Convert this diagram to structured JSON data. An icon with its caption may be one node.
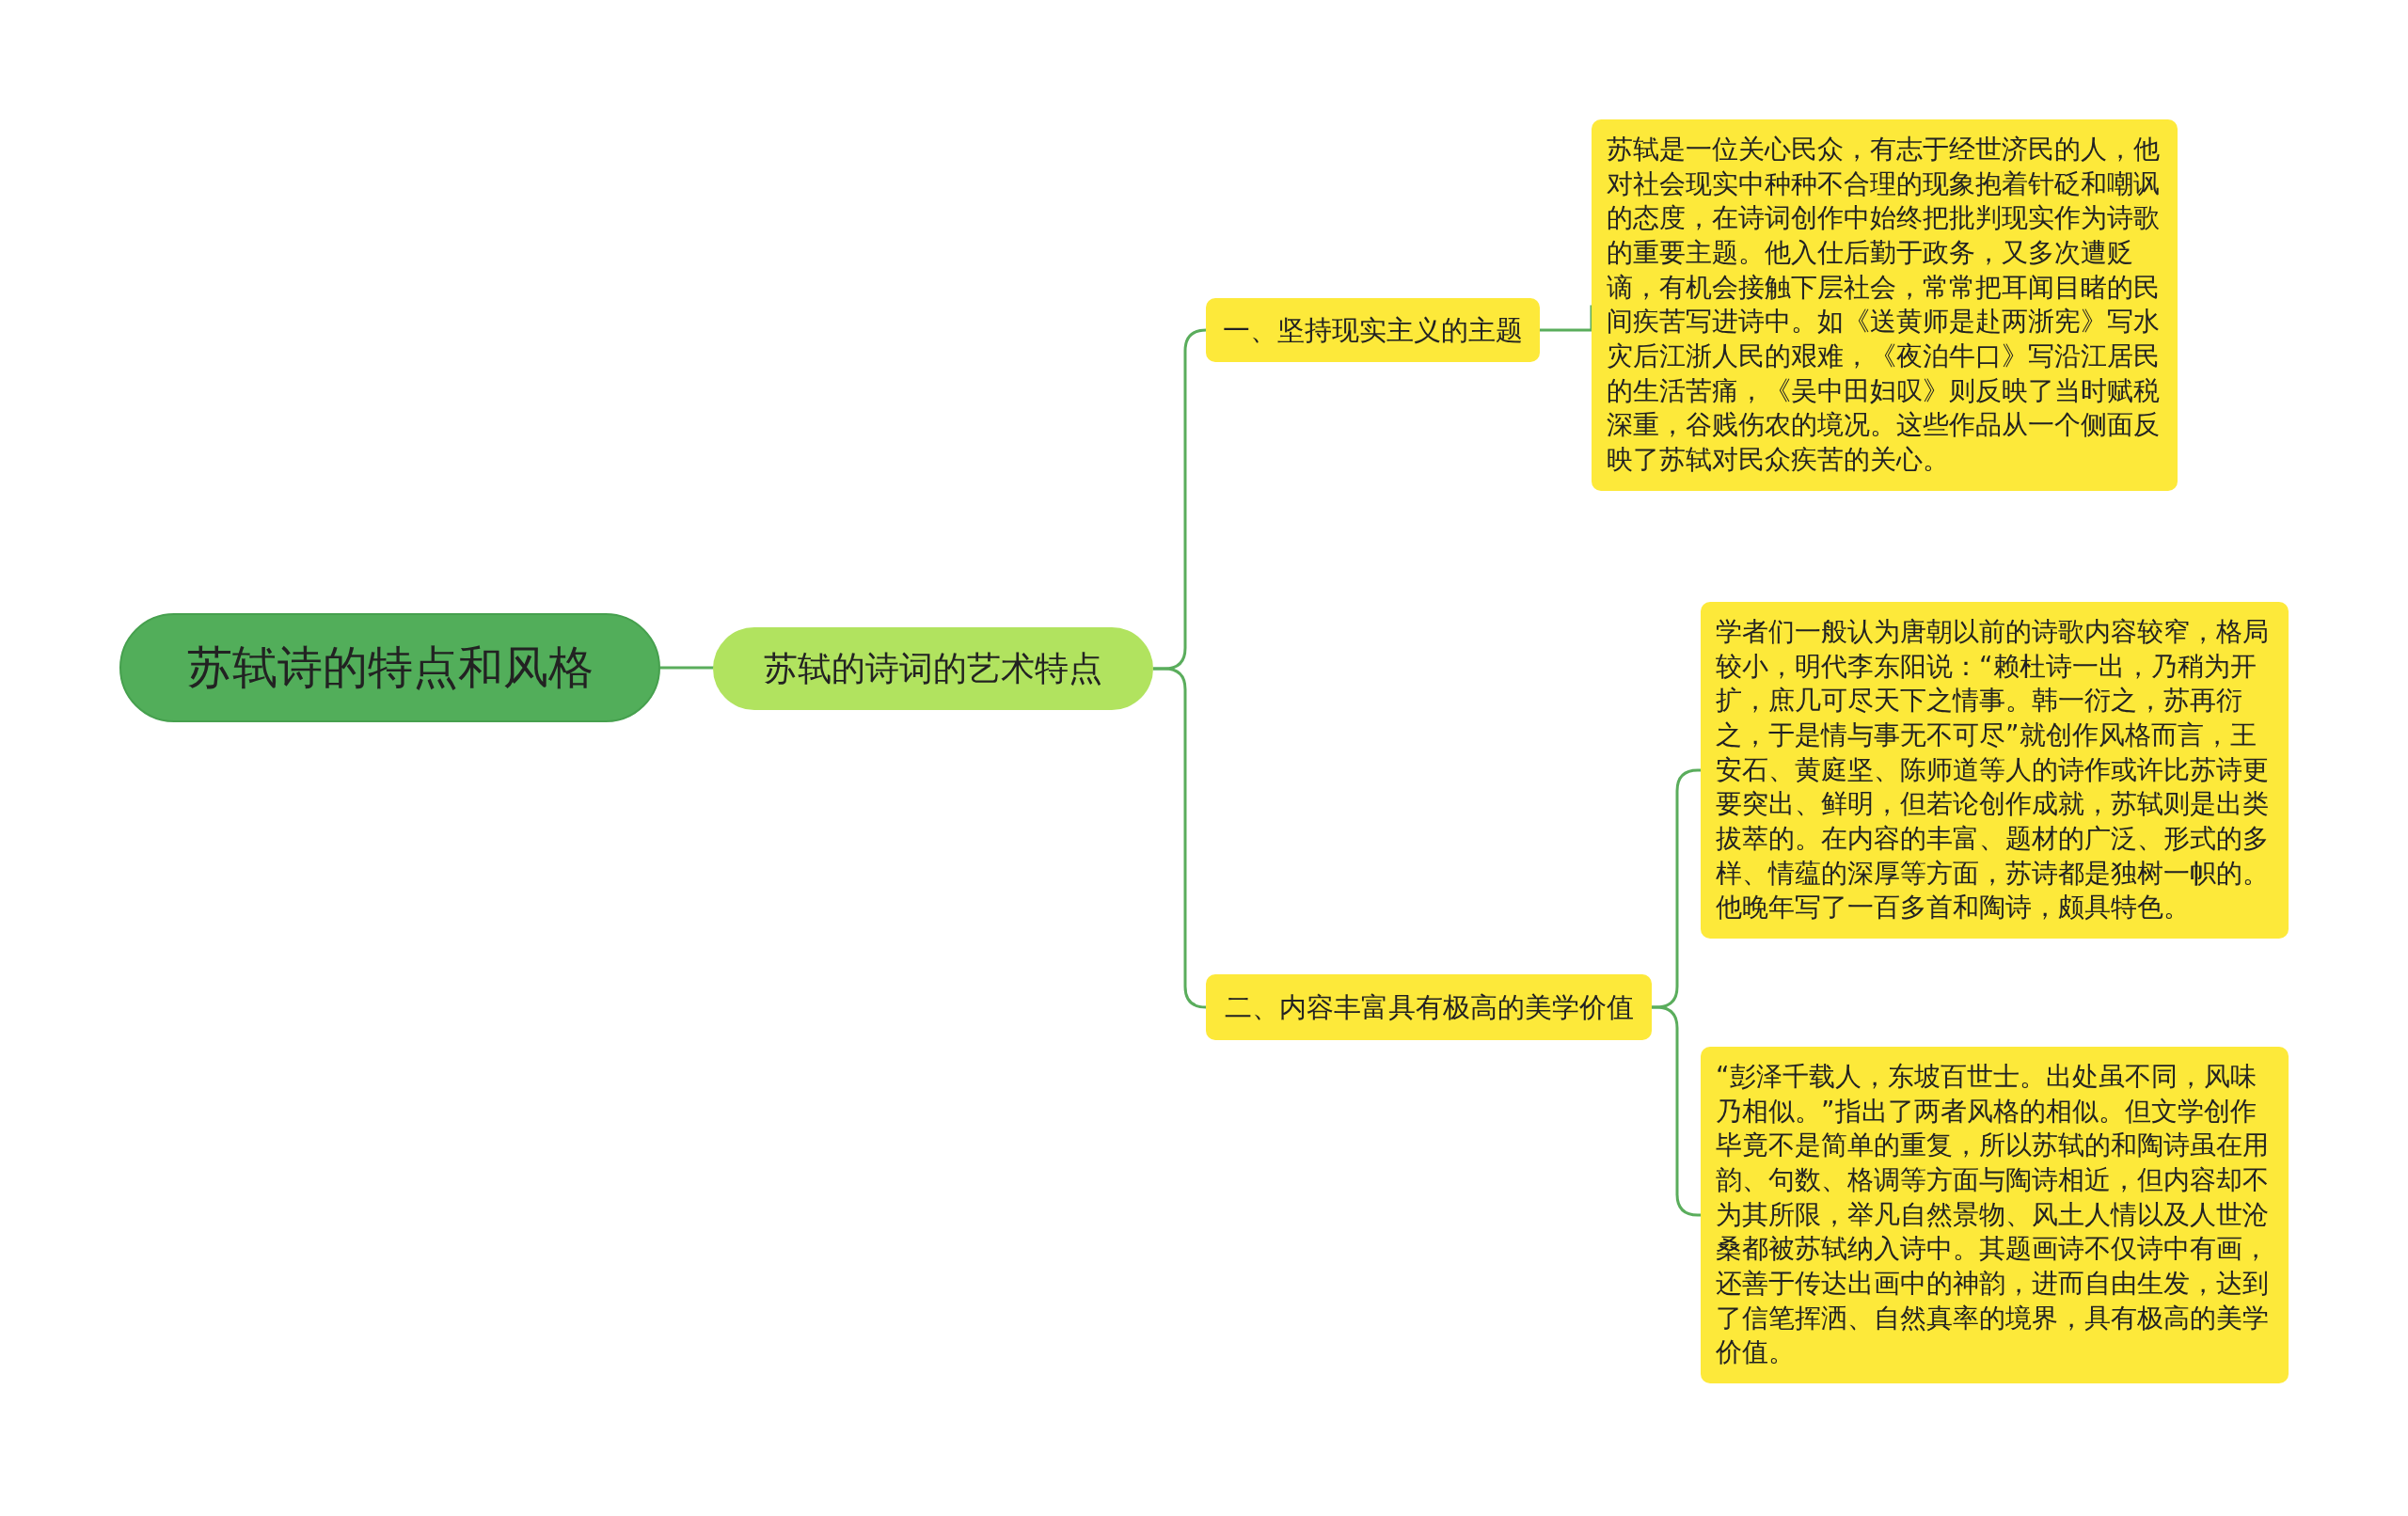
{
  "diagram": {
    "nodes": [
      {
        "text": [
          "苏轼诗的特点和风格"
        ]
      },
      {
        "text": [
          "苏轼的诗词的艺术特点"
        ]
      },
      {
        "text": [
          "一、坚持现实主义的主题"
        ]
      },
      {
        "text": [
          "苏轼是一位关心民众，有志于经世济民的人，他对社会现实中种种不合理的现象抱着针砭和嘲讽的态度，在诗词创作中始终把批判现实作为诗歌的重要主题。他入仕后勤于政务，又多次遭贬谪，有机会接触下层社会，常常把耳闻目睹的民间疾苦写进诗中。如《送黄师是赴两浙宪》写水灾后江浙人民的艰难，《夜泊牛口》写沿江居民的生活苦痛，《吴中田妇叹》则反映了当时赋税深重，谷贱伤农的境况。这些作品从一个侧面反映了苏轼对民众疾苦的关心。"
        ]
      },
      {
        "text": [
          "二、内容丰富具有极高的美学价值"
        ]
      },
      {
        "text": [
          "学者们一般认为唐朝以前的诗歌内容较窄，格局较小，明代李东阳说：“赖杜诗一出，乃稍为开扩，庶几可尽天下之情事。韩一衍之，苏再衍之，于是情与事无不可尽”就创作风格而言，王安石、黄庭坚、陈师道等人的诗作或许比苏诗更要突出、鲜明，但若论创作成就，苏轼则是出类拔萃的。在内容的丰富、题材的广泛、形式的多样、情蕴的深厚等方面，苏诗都是独树一帜的。他晚年写了一百多首和陶诗，颇具特色。"
        ]
      },
      {
        "text": [
          "“彭泽千载人，东坡百世士。出处虽不同，风味乃相似。”指出了两者风格的相似。但文学创作毕竟不是简单的重复，所以苏轼的和陶诗虽在用韵、句数、格调等方面与陶诗相近，但内容却不为其所限，举凡自然景物、风土人情以及人世沧桑都被苏轼纳入诗中。其题画诗不仅诗中有画，还善于传达出画中的神韵，进而自由生发，达到了信笔挥洒、自然真率的境界，具有极高的美学价值。"
        ]
      }
    ],
    "edges": [
      {
        "from": 0,
        "to": 1,
        "arrow": "none"
      },
      {
        "from": 1,
        "to": 2,
        "arrow": "none"
      },
      {
        "from": 1,
        "to": 4,
        "arrow": "none"
      },
      {
        "from": 2,
        "to": 3,
        "arrow": "none"
      },
      {
        "from": 4,
        "to": 5,
        "arrow": "none"
      },
      {
        "from": 4,
        "to": 6,
        "arrow": "none"
      }
    ]
  }
}
